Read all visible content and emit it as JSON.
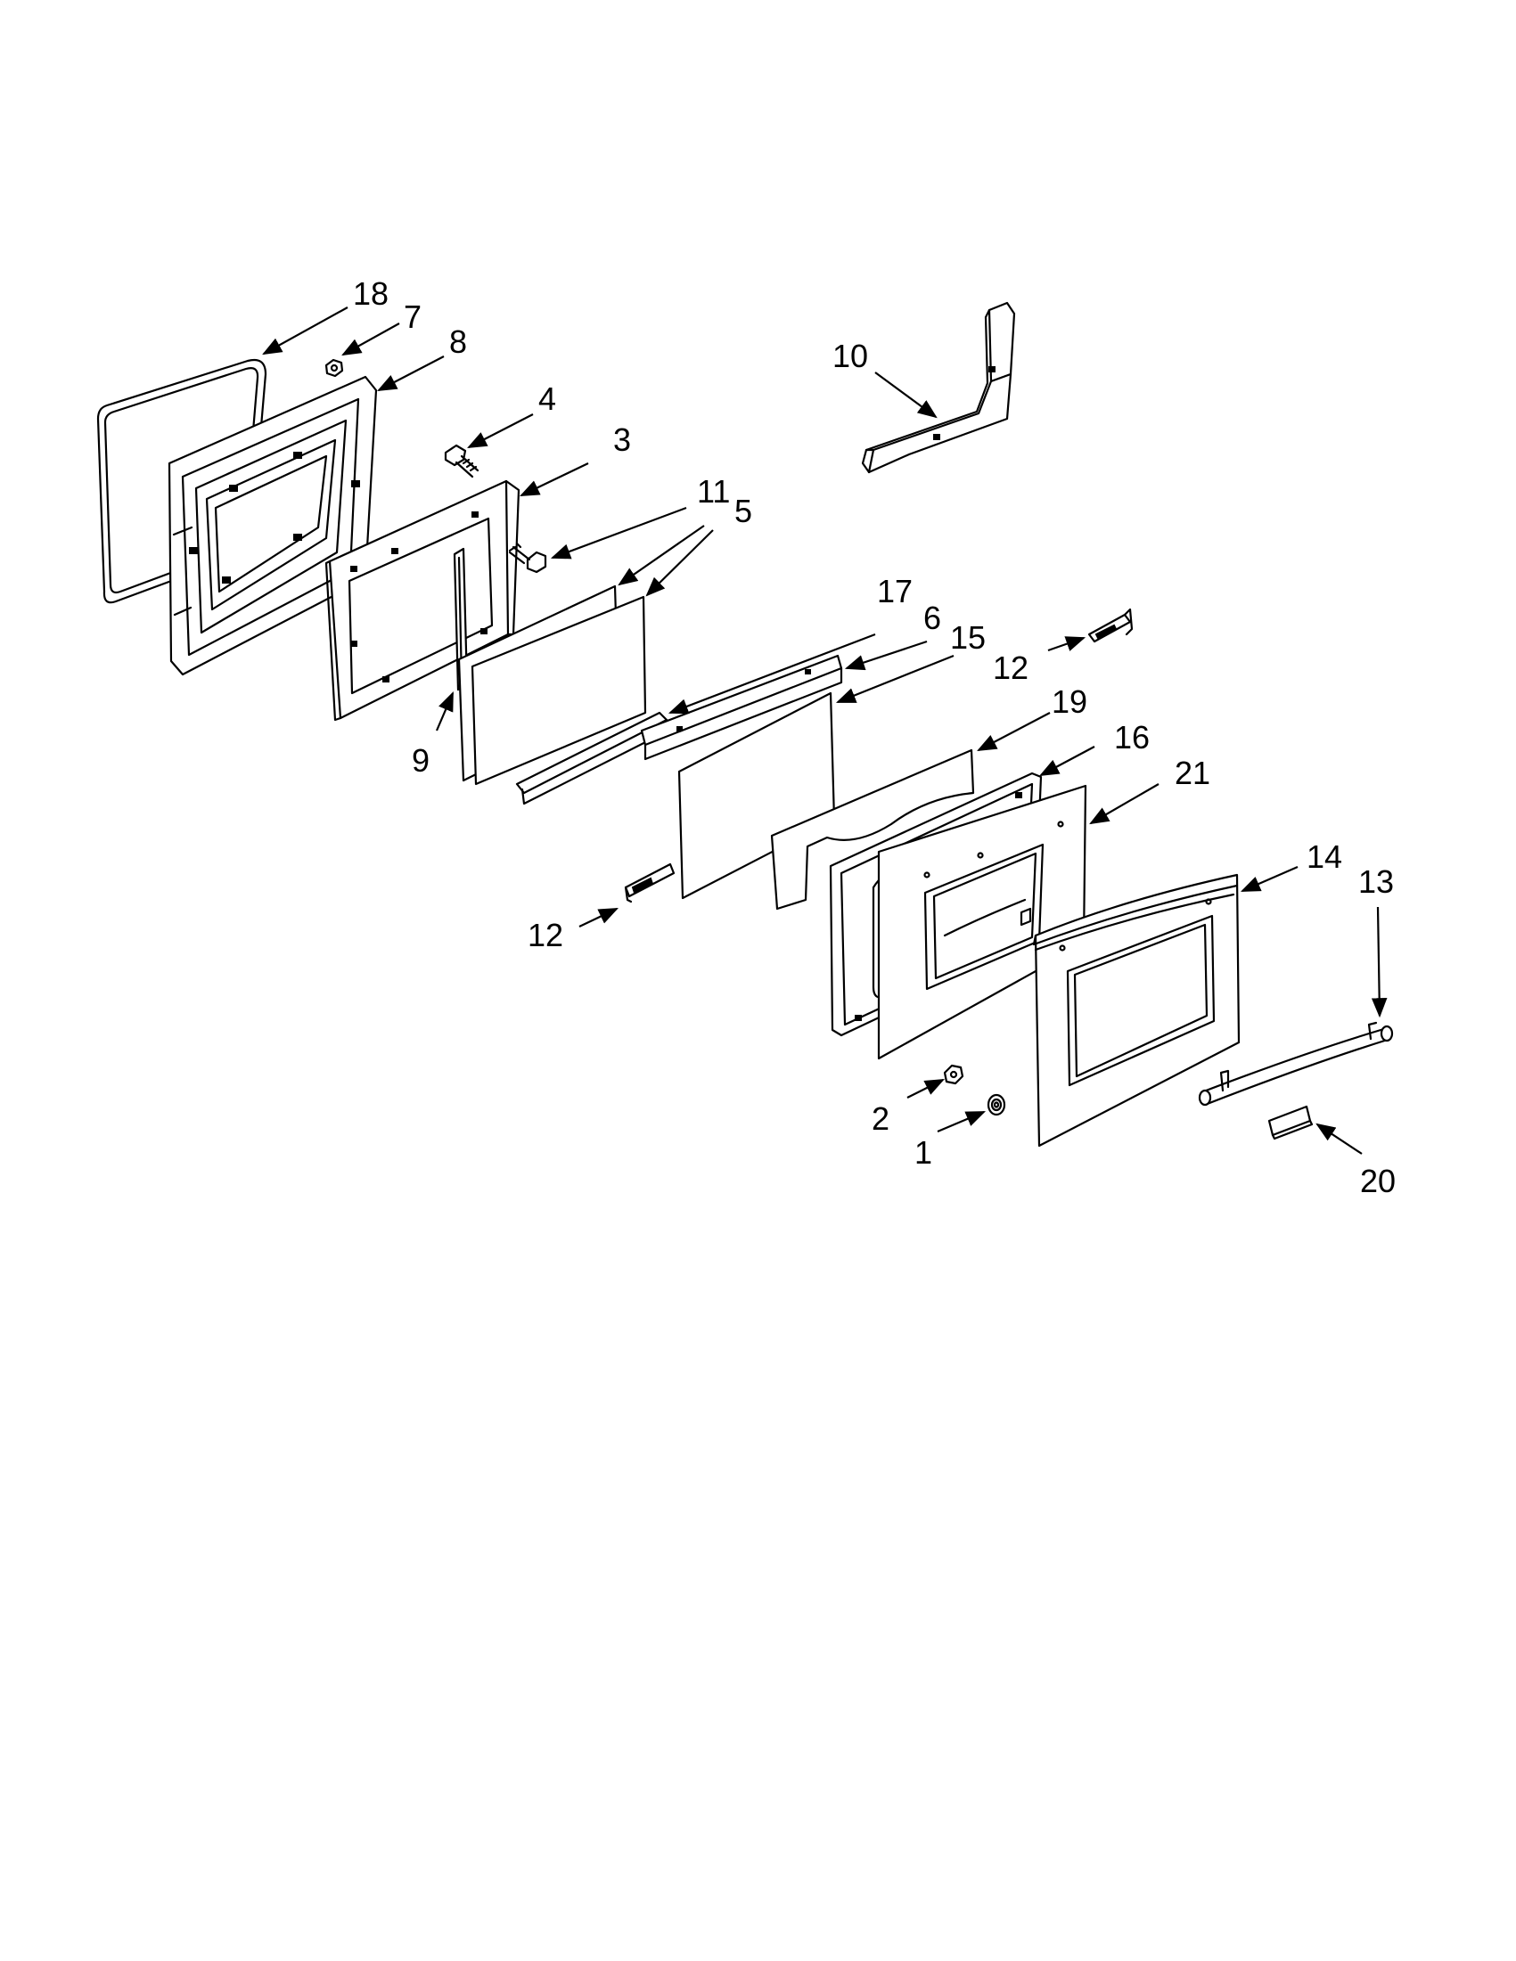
{
  "callouts": [
    {
      "id": "18",
      "label": "18"
    },
    {
      "id": "7",
      "label": "7"
    },
    {
      "id": "8",
      "label": "8"
    },
    {
      "id": "4",
      "label": "4"
    },
    {
      "id": "3",
      "label": "3"
    },
    {
      "id": "11",
      "label": "11"
    },
    {
      "id": "5",
      "label": "5"
    },
    {
      "id": "10",
      "label": "10"
    },
    {
      "id": "17",
      "label": "17"
    },
    {
      "id": "6",
      "label": "6"
    },
    {
      "id": "15",
      "label": "15"
    },
    {
      "id": "12a",
      "label": "12"
    },
    {
      "id": "9",
      "label": "9"
    },
    {
      "id": "19",
      "label": "19"
    },
    {
      "id": "16",
      "label": "16"
    },
    {
      "id": "21",
      "label": "21"
    },
    {
      "id": "12b",
      "label": "12"
    },
    {
      "id": "14",
      "label": "14"
    },
    {
      "id": "13",
      "label": "13"
    },
    {
      "id": "2",
      "label": "2"
    },
    {
      "id": "1",
      "label": "1"
    },
    {
      "id": "20",
      "label": "20"
    }
  ]
}
